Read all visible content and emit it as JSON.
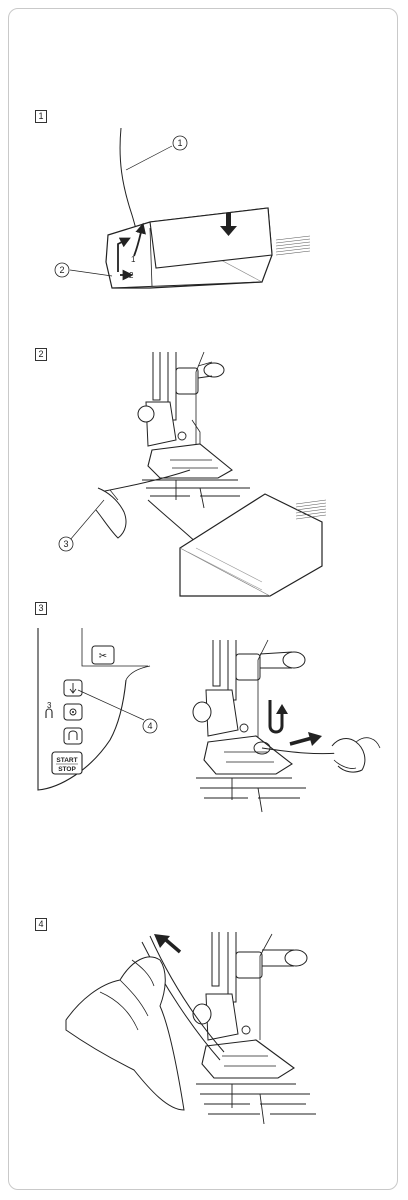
{
  "steps": [
    {
      "number": "1"
    },
    {
      "number": "2"
    },
    {
      "number": "3"
    },
    {
      "number": "4"
    }
  ],
  "callouts": {
    "c1": "1",
    "c2": "2",
    "c3": "3",
    "c4": "4"
  },
  "cover_markings": {
    "arrow1": "1",
    "arrow2": "2"
  },
  "control_panel": {
    "reverse_number": "3",
    "start_stop_line1": "START",
    "start_stop_line2": "STOP"
  }
}
